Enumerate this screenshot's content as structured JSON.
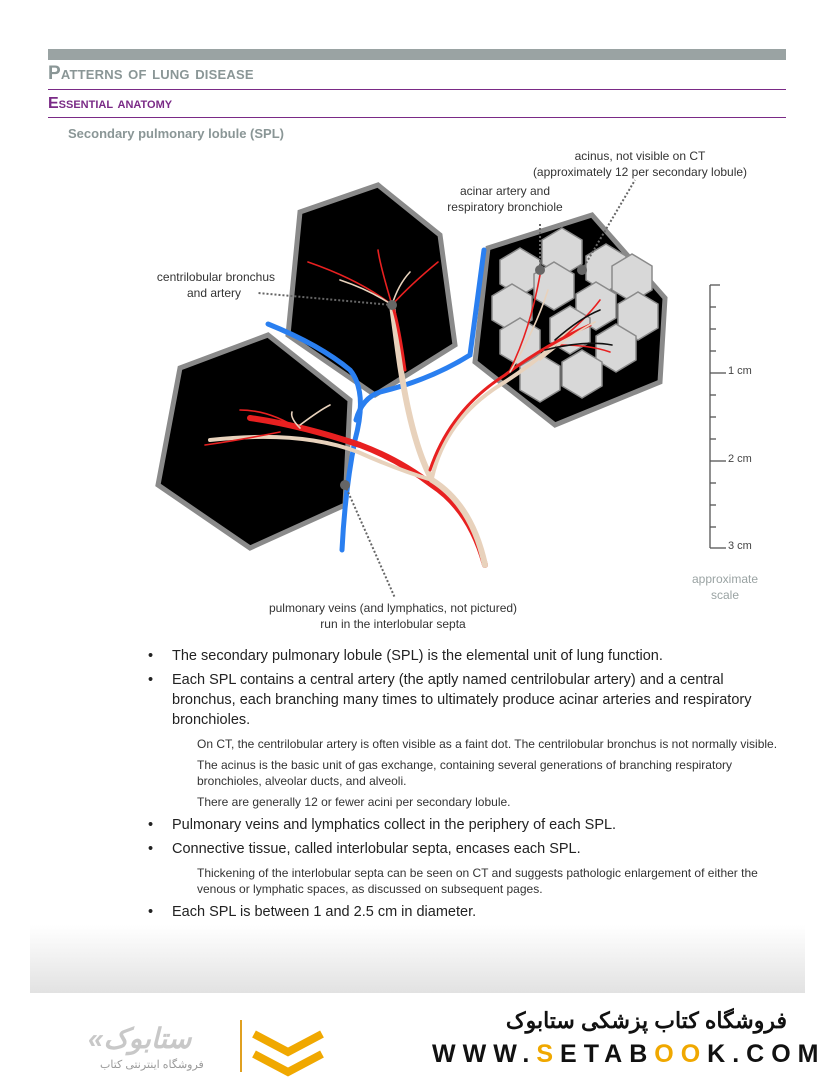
{
  "header": {
    "title": "Patterns of lung disease",
    "section": "Essential anatomy",
    "subsection": "Secondary pulmonary lobule (SPL)"
  },
  "figure": {
    "labels": {
      "acinus": [
        "acinus, not visible on CT",
        "(approximately 12 per secondary lobule)"
      ],
      "acinar": [
        "acinar artery and",
        "respiratory bronchiole"
      ],
      "centrilobular": [
        "centrilobular bronchus",
        "and artery"
      ],
      "veins": [
        "pulmonary veins (and lymphatics, not pictured)",
        "run in the interlobular septa"
      ]
    },
    "scale": {
      "ticks": [
        "1 cm",
        "2 cm",
        "3 cm"
      ],
      "caption": [
        "approximate",
        "scale"
      ]
    },
    "colors": {
      "lobule": "#000000",
      "septa": "#8a8a8a",
      "vein": "#2a7ff0",
      "artery": "#e82020",
      "bronchus": "#e8d2bc",
      "acinus": "#d8d8d8"
    }
  },
  "bullets": [
    {
      "text": "The secondary pulmonary lobule (SPL) is the elemental unit of lung function.",
      "sub": []
    },
    {
      "text": "Each SPL contains a central artery (the aptly named centrilobular artery) and a central bronchus, each branching many times to ultimately produce acinar arteries and respiratory bronchioles.",
      "sub": [
        "On CT, the centrilobular artery is often visible as a faint dot. The centrilobular bronchus is not normally visible.",
        "The acinus is the basic unit of gas exchange, containing several generations of branching respiratory bronchioles, alveolar ducts, and alveoli.",
        "There are generally 12 or fewer acini per secondary lobule."
      ]
    },
    {
      "text": "Pulmonary veins and lymphatics collect in the periphery of each SPL.",
      "sub": []
    },
    {
      "text": "Connective tissue, called interlobular septa, encases each SPL.",
      "sub": [
        "Thickening of the interlobular septa can be seen on CT and suggests pathologic enlargement of either the venous or lymphatic spaces, as discussed on subsequent pages."
      ]
    },
    {
      "text": "Each SPL is between 1 and 2.5 cm in diameter.",
      "sub": []
    }
  ],
  "footer": {
    "store_name": "فروشگاه کتاب پزشکی ستابوک",
    "url_parts": [
      "WWW.",
      "S",
      "ETAB",
      "O",
      "O",
      "K.COM"
    ],
    "logo_text": "«ستابوک",
    "logo_sub": "فروشگاه اینترنتی کتاب"
  }
}
